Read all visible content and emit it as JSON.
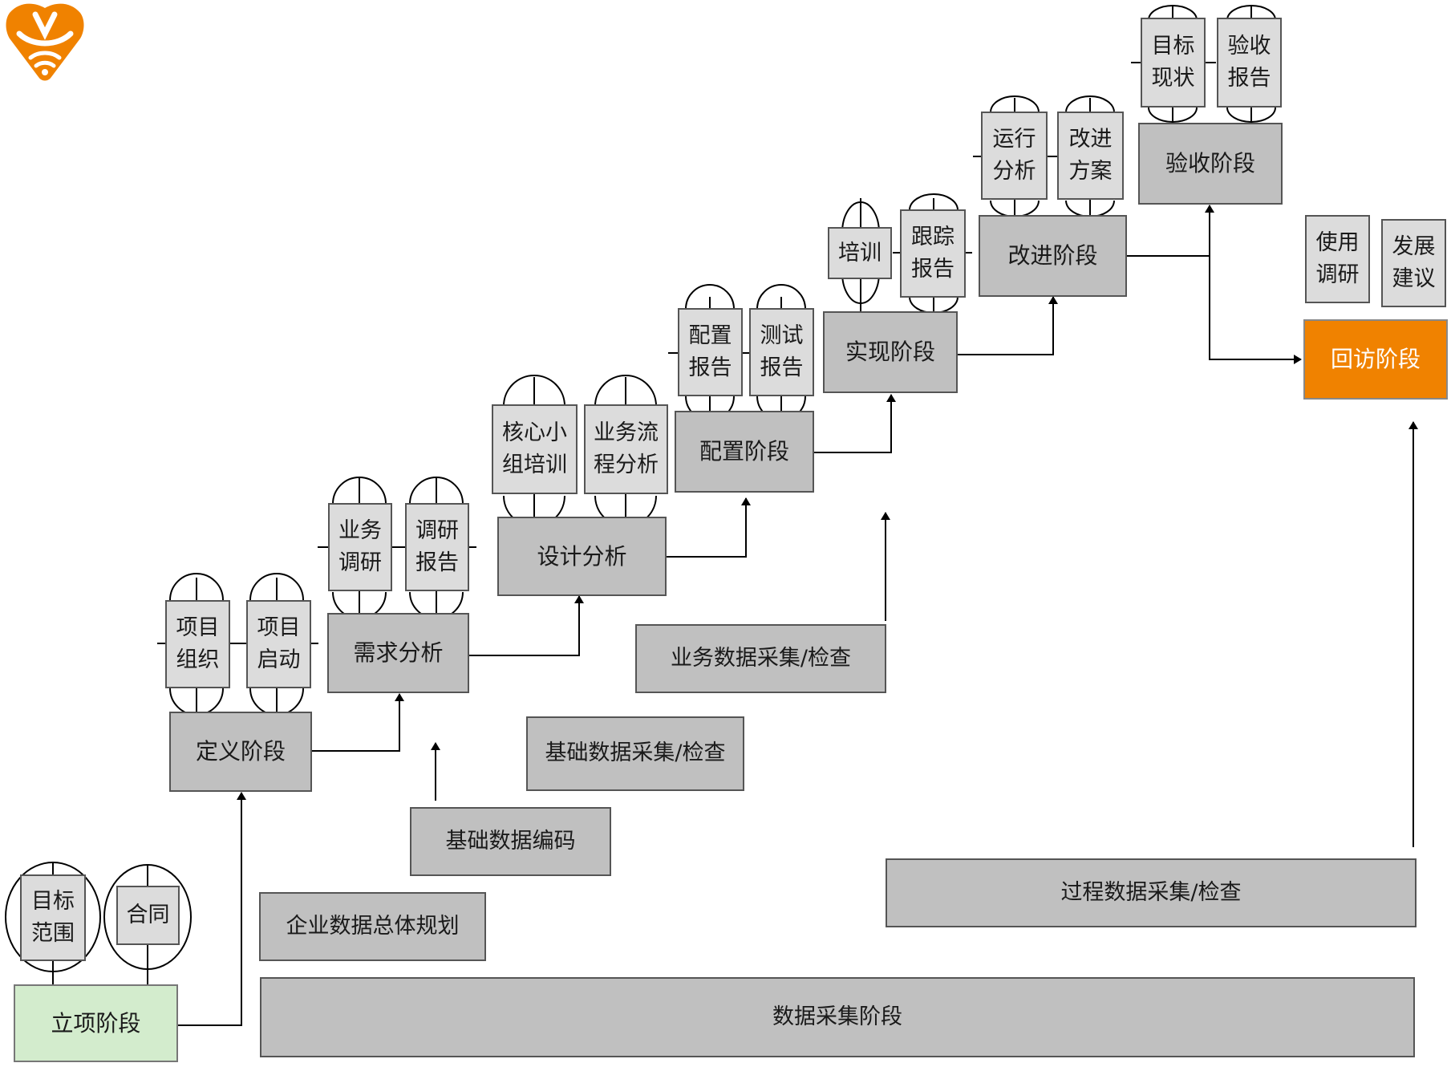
{
  "logo": {
    "icon": "brand-logo-icon",
    "color": "#f08200"
  },
  "colors": {
    "box": "#c0c0c0",
    "small_box": "#dcdcdc",
    "border": "#555555",
    "start": "#d3eccd",
    "revisit": "#f08200"
  },
  "stages": {
    "lixiang": "立项阶段",
    "dingyi": "定义阶段",
    "xuqiu": "需求分析",
    "sheji": "设计分析",
    "peizhi": "配置阶段",
    "shixian": "实现阶段",
    "gaijin": "改进阶段",
    "yanshou": "验收阶段",
    "huifang": "回访阶段"
  },
  "deliverables": {
    "mubiao_fanwei": "目标\n范围",
    "hetong": "合同",
    "xiangmu_zuzhi": "项目\n组织",
    "xiangmu_qidong": "项目\n启动",
    "yewu_diaoyan": "业务\n调研",
    "diaoyan_baogao": "调研\n报告",
    "hexin_peixun": "核心小\n组培训",
    "yewu_liucheng": "业务流\n程分析",
    "peizhi_baogao": "配置\n报告",
    "ceshi_baogao": "测试\n报告",
    "peixun": "培训",
    "genzong_baogao": "跟踪\n报告",
    "yunxing_fenxi": "运行\n分析",
    "gaijin_fangan": "改进\n方案",
    "mubiao_xianzhuang": "目标\n现状",
    "yanshou_baogao": "验收\n报告",
    "shiyong_diaoyan": "使用\n调研",
    "fazhan_jianyi": "发展\n建议"
  },
  "data_tasks": {
    "zongti_guihua": "企业数据总体规划",
    "jichu_bianma": "基础数据编码",
    "jichu_caiji": "基础数据采集/检查",
    "yewu_caiji": "业务数据采集/检查",
    "guocheng_caiji": "过程数据采集/检查",
    "caiji_jieduan": "数据采集阶段"
  }
}
